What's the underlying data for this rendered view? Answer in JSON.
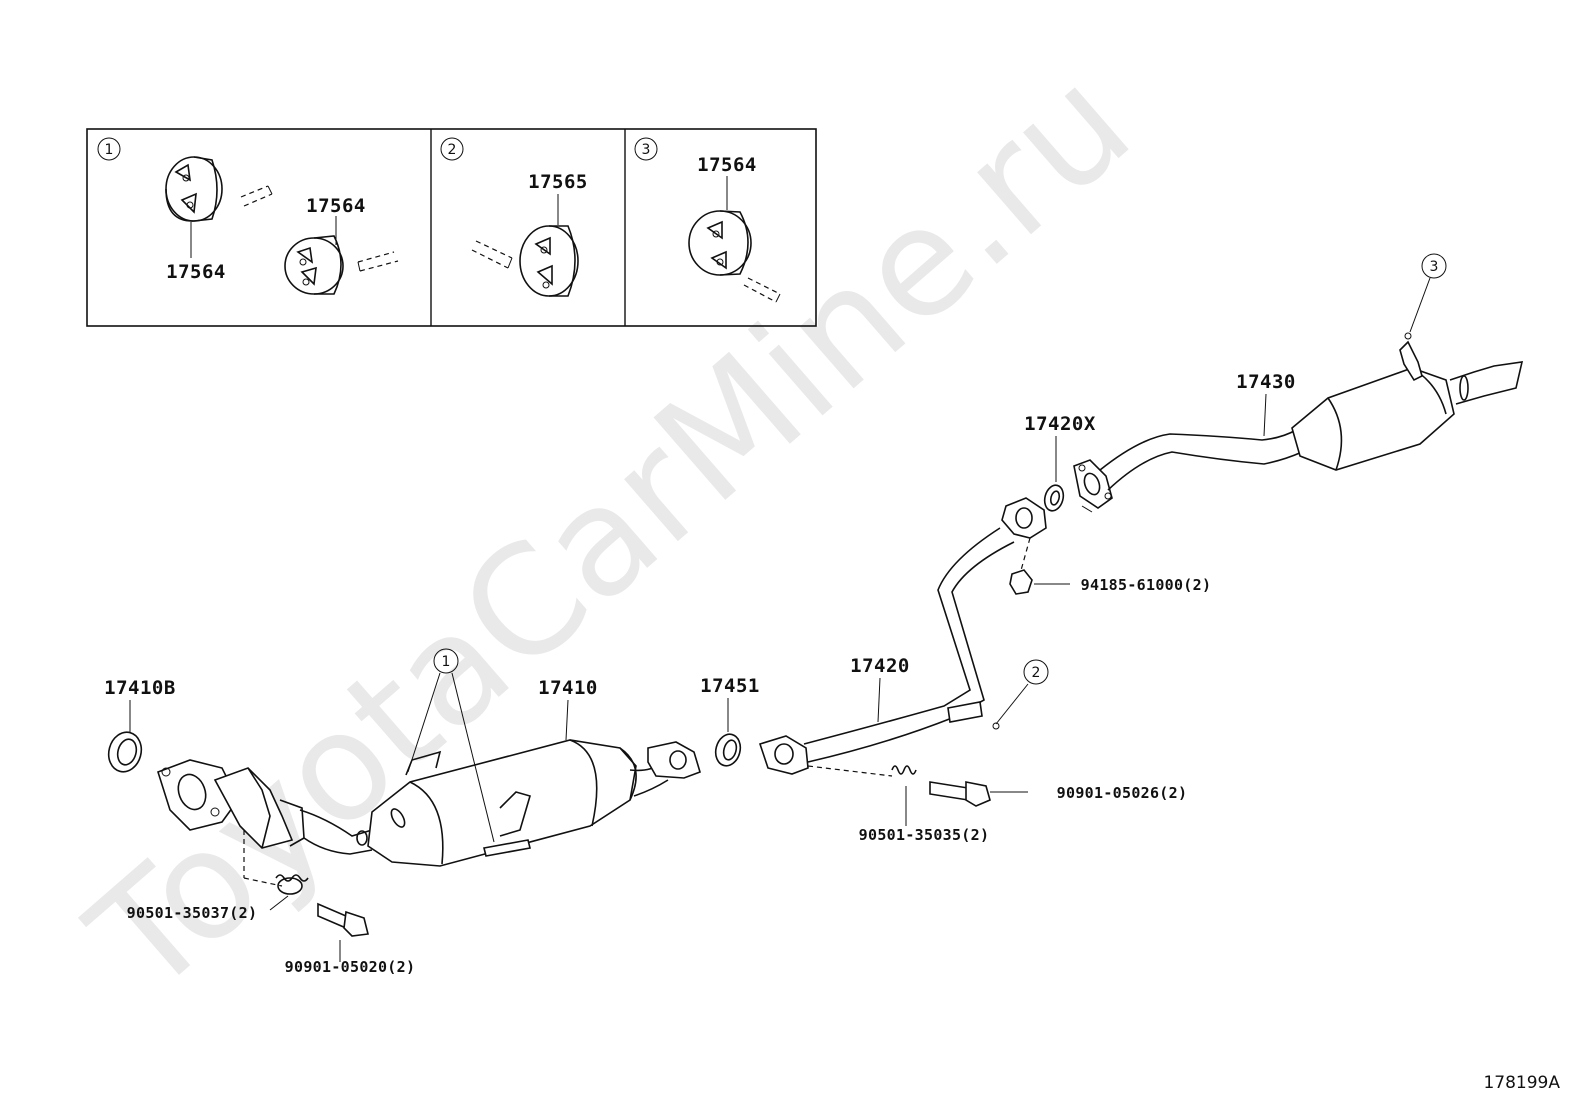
{
  "watermark": "ToyotaCarMine.ru",
  "diagram_id": "178199A",
  "inset": {
    "panels": [
      {
        "marker": "1",
        "labels": [
          "17564",
          "17564"
        ]
      },
      {
        "marker": "2",
        "labels": [
          "17565"
        ]
      },
      {
        "marker": "3",
        "labels": [
          "17564"
        ]
      }
    ]
  },
  "callouts": {
    "c1": "1",
    "c2": "2",
    "c3": "3"
  },
  "parts": {
    "p17410B": "17410B",
    "p17410": "17410",
    "p17451": "17451",
    "p17420": "17420",
    "p17420X": "17420X",
    "p17430": "17430",
    "p94185": "94185-61000(2)",
    "p90901_05026": "90901-05026(2)",
    "p90501_35035": "90501-35035(2)",
    "p90501_35037": "90501-35037(2)",
    "p90901_05020": "90901-05020(2)"
  }
}
